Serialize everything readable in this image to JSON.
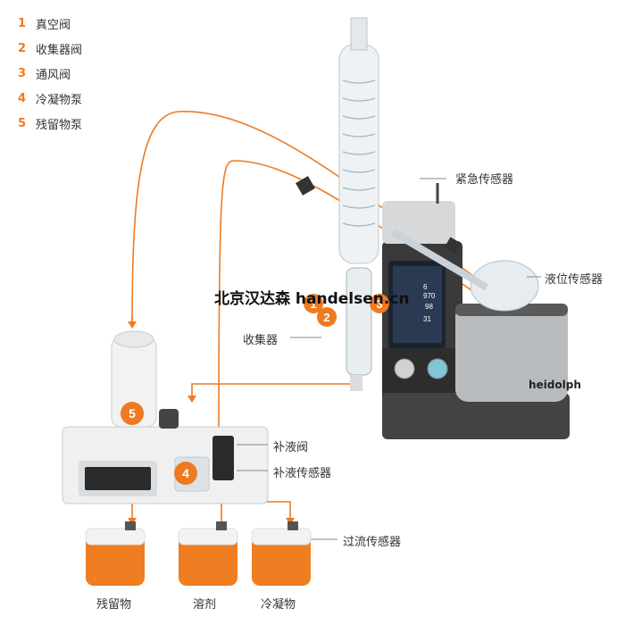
{
  "legend": [
    {
      "num": "1",
      "label": "真空阀"
    },
    {
      "num": "2",
      "label": "收集器阀"
    },
    {
      "num": "3",
      "label": "通风阀"
    },
    {
      "num": "4",
      "label": "冷凝物泵"
    },
    {
      "num": "5",
      "label": "残留物泵"
    }
  ],
  "callouts": {
    "emergency_sensor": "紧急传感器",
    "level_sensor": "液位传感器",
    "collector": "收集器",
    "refill_valve": "补液阀",
    "refill_sensor": "补液传感器",
    "overflow_sensor": "过流传感器"
  },
  "containers": {
    "residue": "残留物",
    "solvent": "溶剂",
    "condensate": "冷凝物"
  },
  "badges": {
    "one": "1",
    "two": "2",
    "three": "3",
    "four": "4",
    "five": "5"
  },
  "display": {
    "v1": "6",
    "v2": "970",
    "v3": "98",
    "v4": "31"
  },
  "watermark": "北京汉达森 handelsen.cn",
  "brand": "heidolph",
  "colors": {
    "accent": "#ee7a23",
    "body": "#2b2b2b",
    "glass": "#dfe7ec",
    "liquid": "#ef7d22"
  }
}
